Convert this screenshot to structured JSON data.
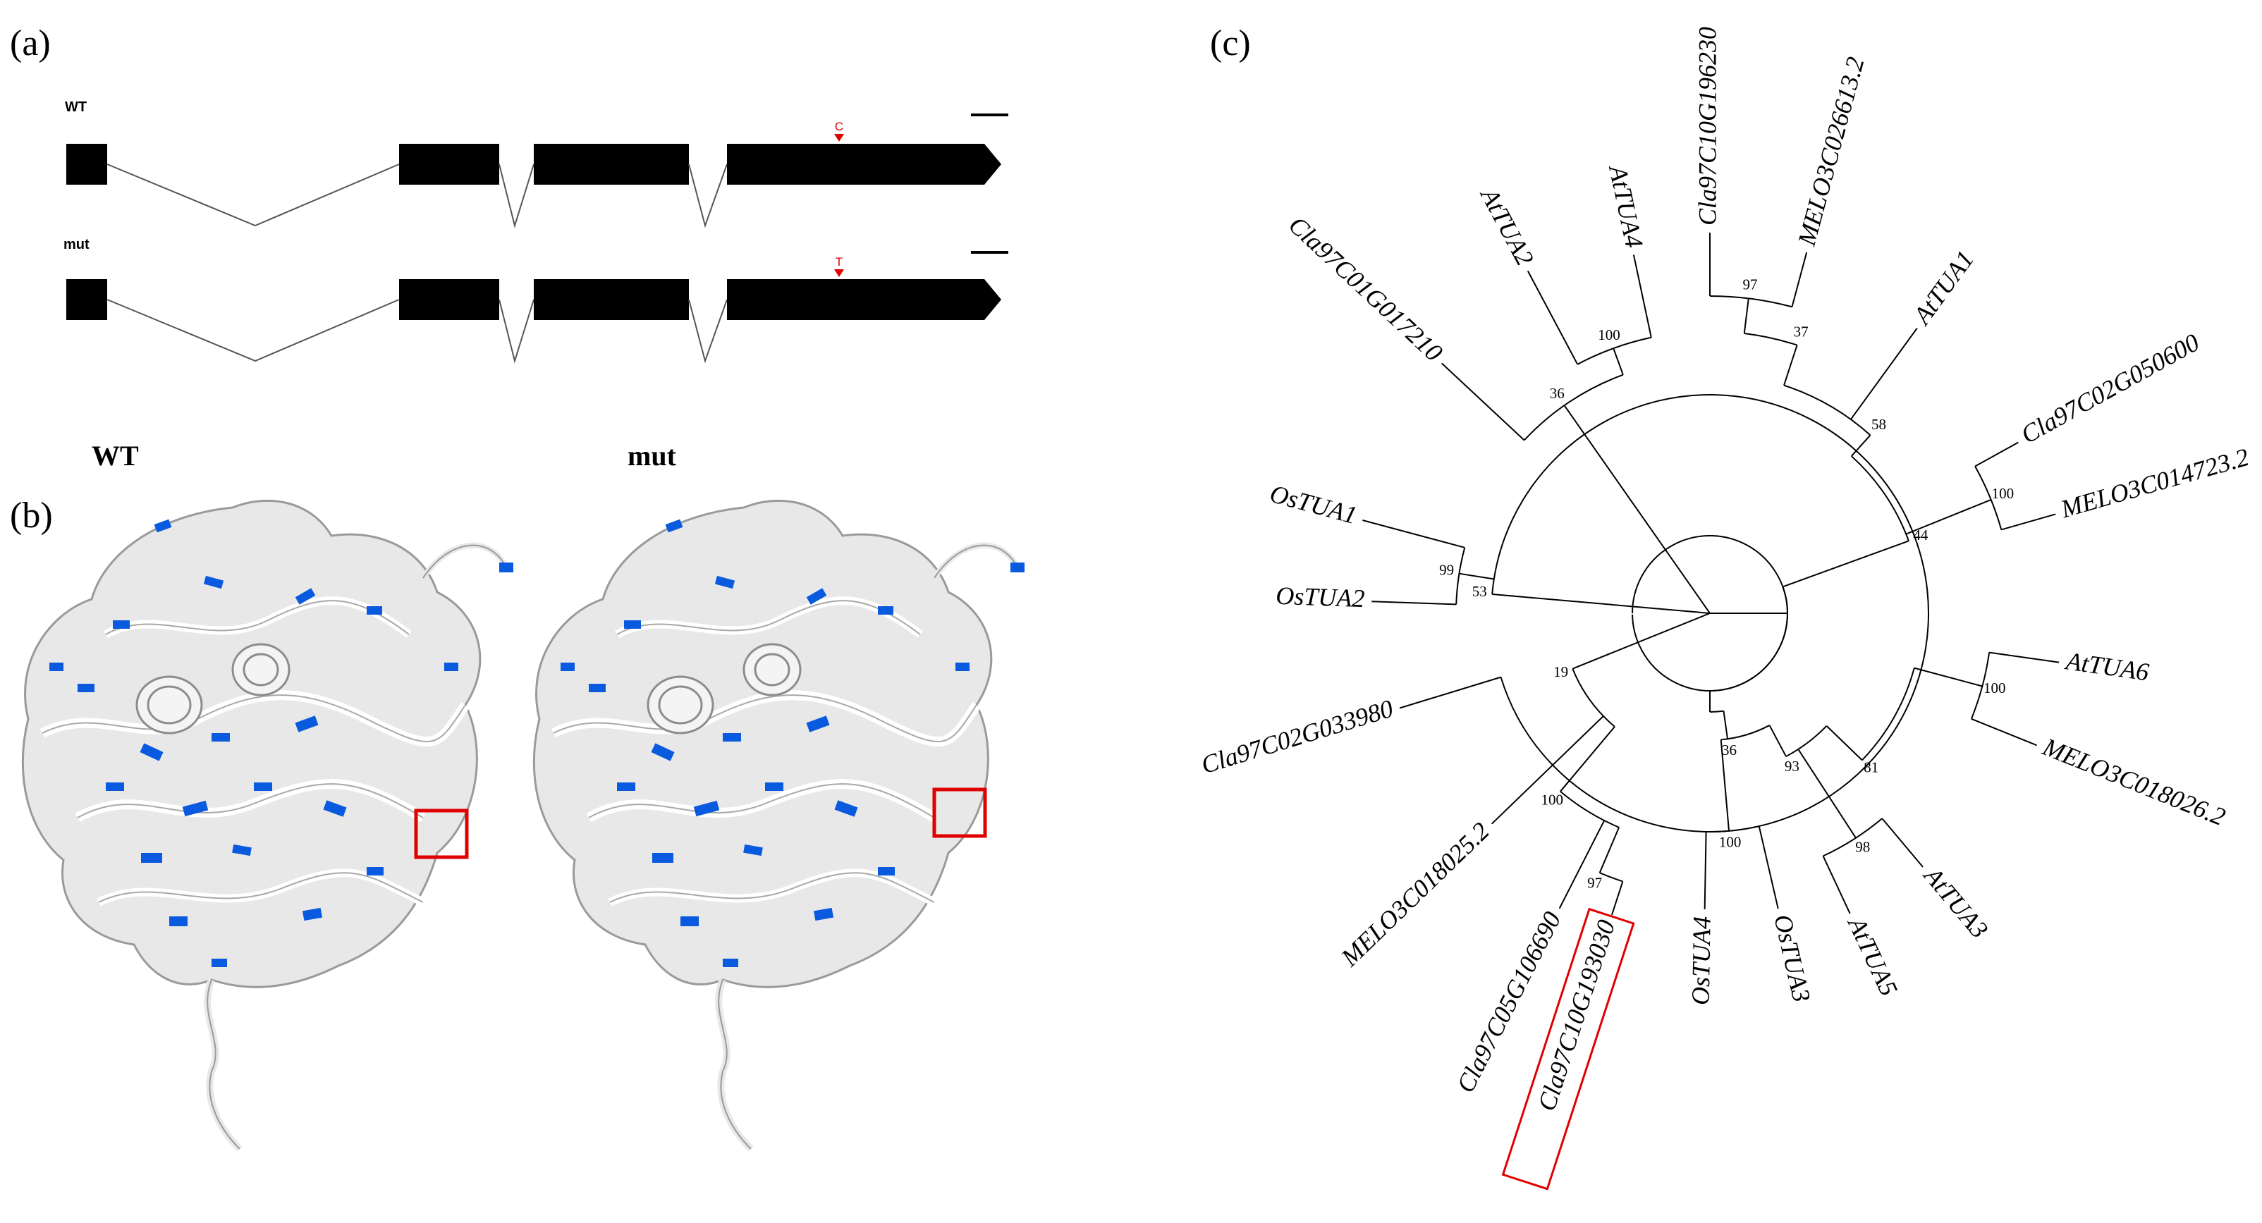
{
  "panels": {
    "a": "(a)",
    "b": "(b)",
    "c": "(c)"
  },
  "gene_structure": {
    "wt_label": "WT",
    "mut_label": "mut",
    "wt_base": "C",
    "mut_base": "T"
  },
  "protein": {
    "wt_label": "WT",
    "mut_label": "mut",
    "colors": {
      "ribbon": "#d8d8d8",
      "highlight": "#0a5adf",
      "box": "#e00000"
    }
  },
  "tree": {
    "leaves": {
      "atTUA4": "AtTUA4",
      "atTUA2": "AtTUA2",
      "cla_c01": "Cla97C01G017210",
      "osTUA1": "OsTUA1",
      "osTUA2": "OsTUA2",
      "cla_c02_33980": "Cla97C02G033980",
      "melo_18025": "MELO3C018025.2",
      "cla_c05": "Cla97C05G106690",
      "cla_c10_193030": "Cla97C10G193030",
      "osTUA4": "OsTUA4",
      "osTUA3": "OsTUA3",
      "atTUA5": "AtTUA5",
      "atTUA3": "AtTUA3",
      "melo_18026": "MELO3C018026.2",
      "atTUA6": "AtTUA6",
      "melo_14723": "MELO3C014723.2",
      "cla_c02_50600": "Cla97C02G050600",
      "atTUA1": "AtTUA1",
      "melo_26613": "MELO3C026613.2",
      "cla_c10_196230": "Cla97C10G196230"
    },
    "bootstrap": {
      "b100_tua4": "100",
      "b36_top": "36",
      "b97_c10": "97",
      "b37": "37",
      "b58": "58",
      "b100_melo": "100",
      "b44": "44",
      "b81": "81",
      "b100_tua6": "100",
      "b93": "93",
      "b98": "98",
      "b36_low": "36",
      "b100_os": "100",
      "b99": "99",
      "b53": "53",
      "b19": "19",
      "b100_cla": "100",
      "b97_low": "97"
    },
    "colors": {
      "line": "#000000",
      "highlight_box": "#e00000"
    }
  }
}
